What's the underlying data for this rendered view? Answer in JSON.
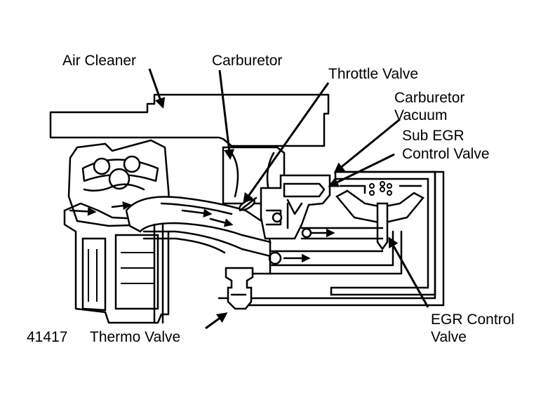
{
  "labels": {
    "air_cleaner": "Air Cleaner",
    "carburetor": "Carburetor",
    "throttle_valve": "Throttle Valve",
    "carb_vacuum_1": "Carburetor",
    "carb_vacuum_2": "Vacuum",
    "sub_egr_1": "Sub EGR",
    "sub_egr_2": "Control Valve",
    "egr_control_1": "EGR Control",
    "egr_control_2": "Valve",
    "thermo_valve": "Thermo Valve",
    "figure_number": "41417"
  },
  "colors": {
    "ink": "#000000",
    "paper": "#ffffff"
  }
}
